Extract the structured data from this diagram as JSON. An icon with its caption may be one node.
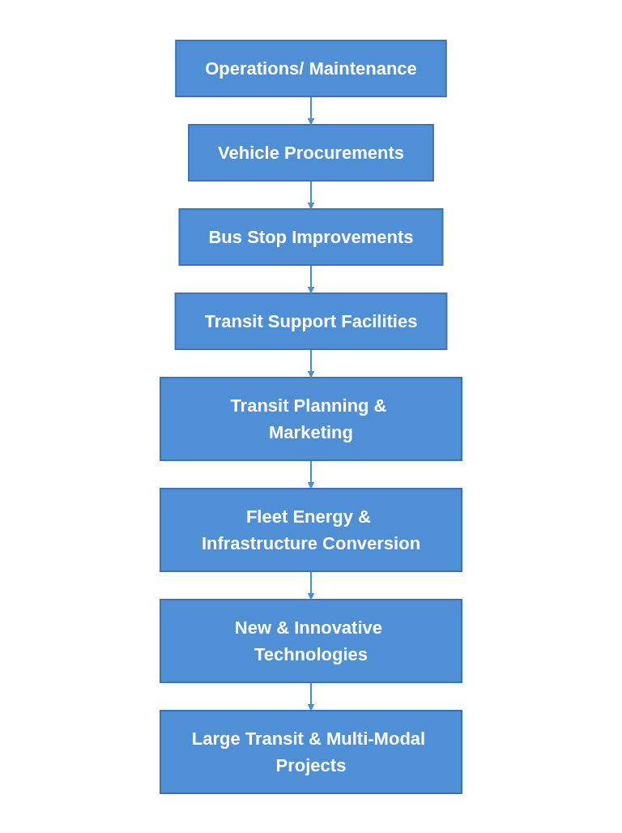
{
  "diagram": {
    "nodes": [
      {
        "text": [
          "Operations/ Maintenance"
        ]
      },
      {
        "text": [
          "Vehicle Procurements"
        ]
      },
      {
        "text": [
          "Bus Stop Improvements"
        ]
      },
      {
        "text": [
          "Transit Support Facilities"
        ]
      },
      {
        "text": [
          "Transit Planning & Marketing"
        ]
      },
      {
        "text": [
          "Fleet Energy & Infrastructure Conversion"
        ]
      },
      {
        "text": [
          "New & Innovative Technologies"
        ]
      },
      {
        "text": [
          "Large Transit & Multi-Modal Projects"
        ]
      }
    ],
    "edges": [
      {
        "from": 0,
        "to": 1,
        "arrow": "to"
      },
      {
        "from": 1,
        "to": 2,
        "arrow": "to"
      },
      {
        "from": 2,
        "to": 3,
        "arrow": "to"
      },
      {
        "from": 3,
        "to": 4,
        "arrow": "to"
      },
      {
        "from": 4,
        "to": 5,
        "arrow": "to"
      },
      {
        "from": 5,
        "to": 6,
        "arrow": "to"
      },
      {
        "from": 6,
        "to": 7,
        "arrow": "to"
      }
    ]
  }
}
